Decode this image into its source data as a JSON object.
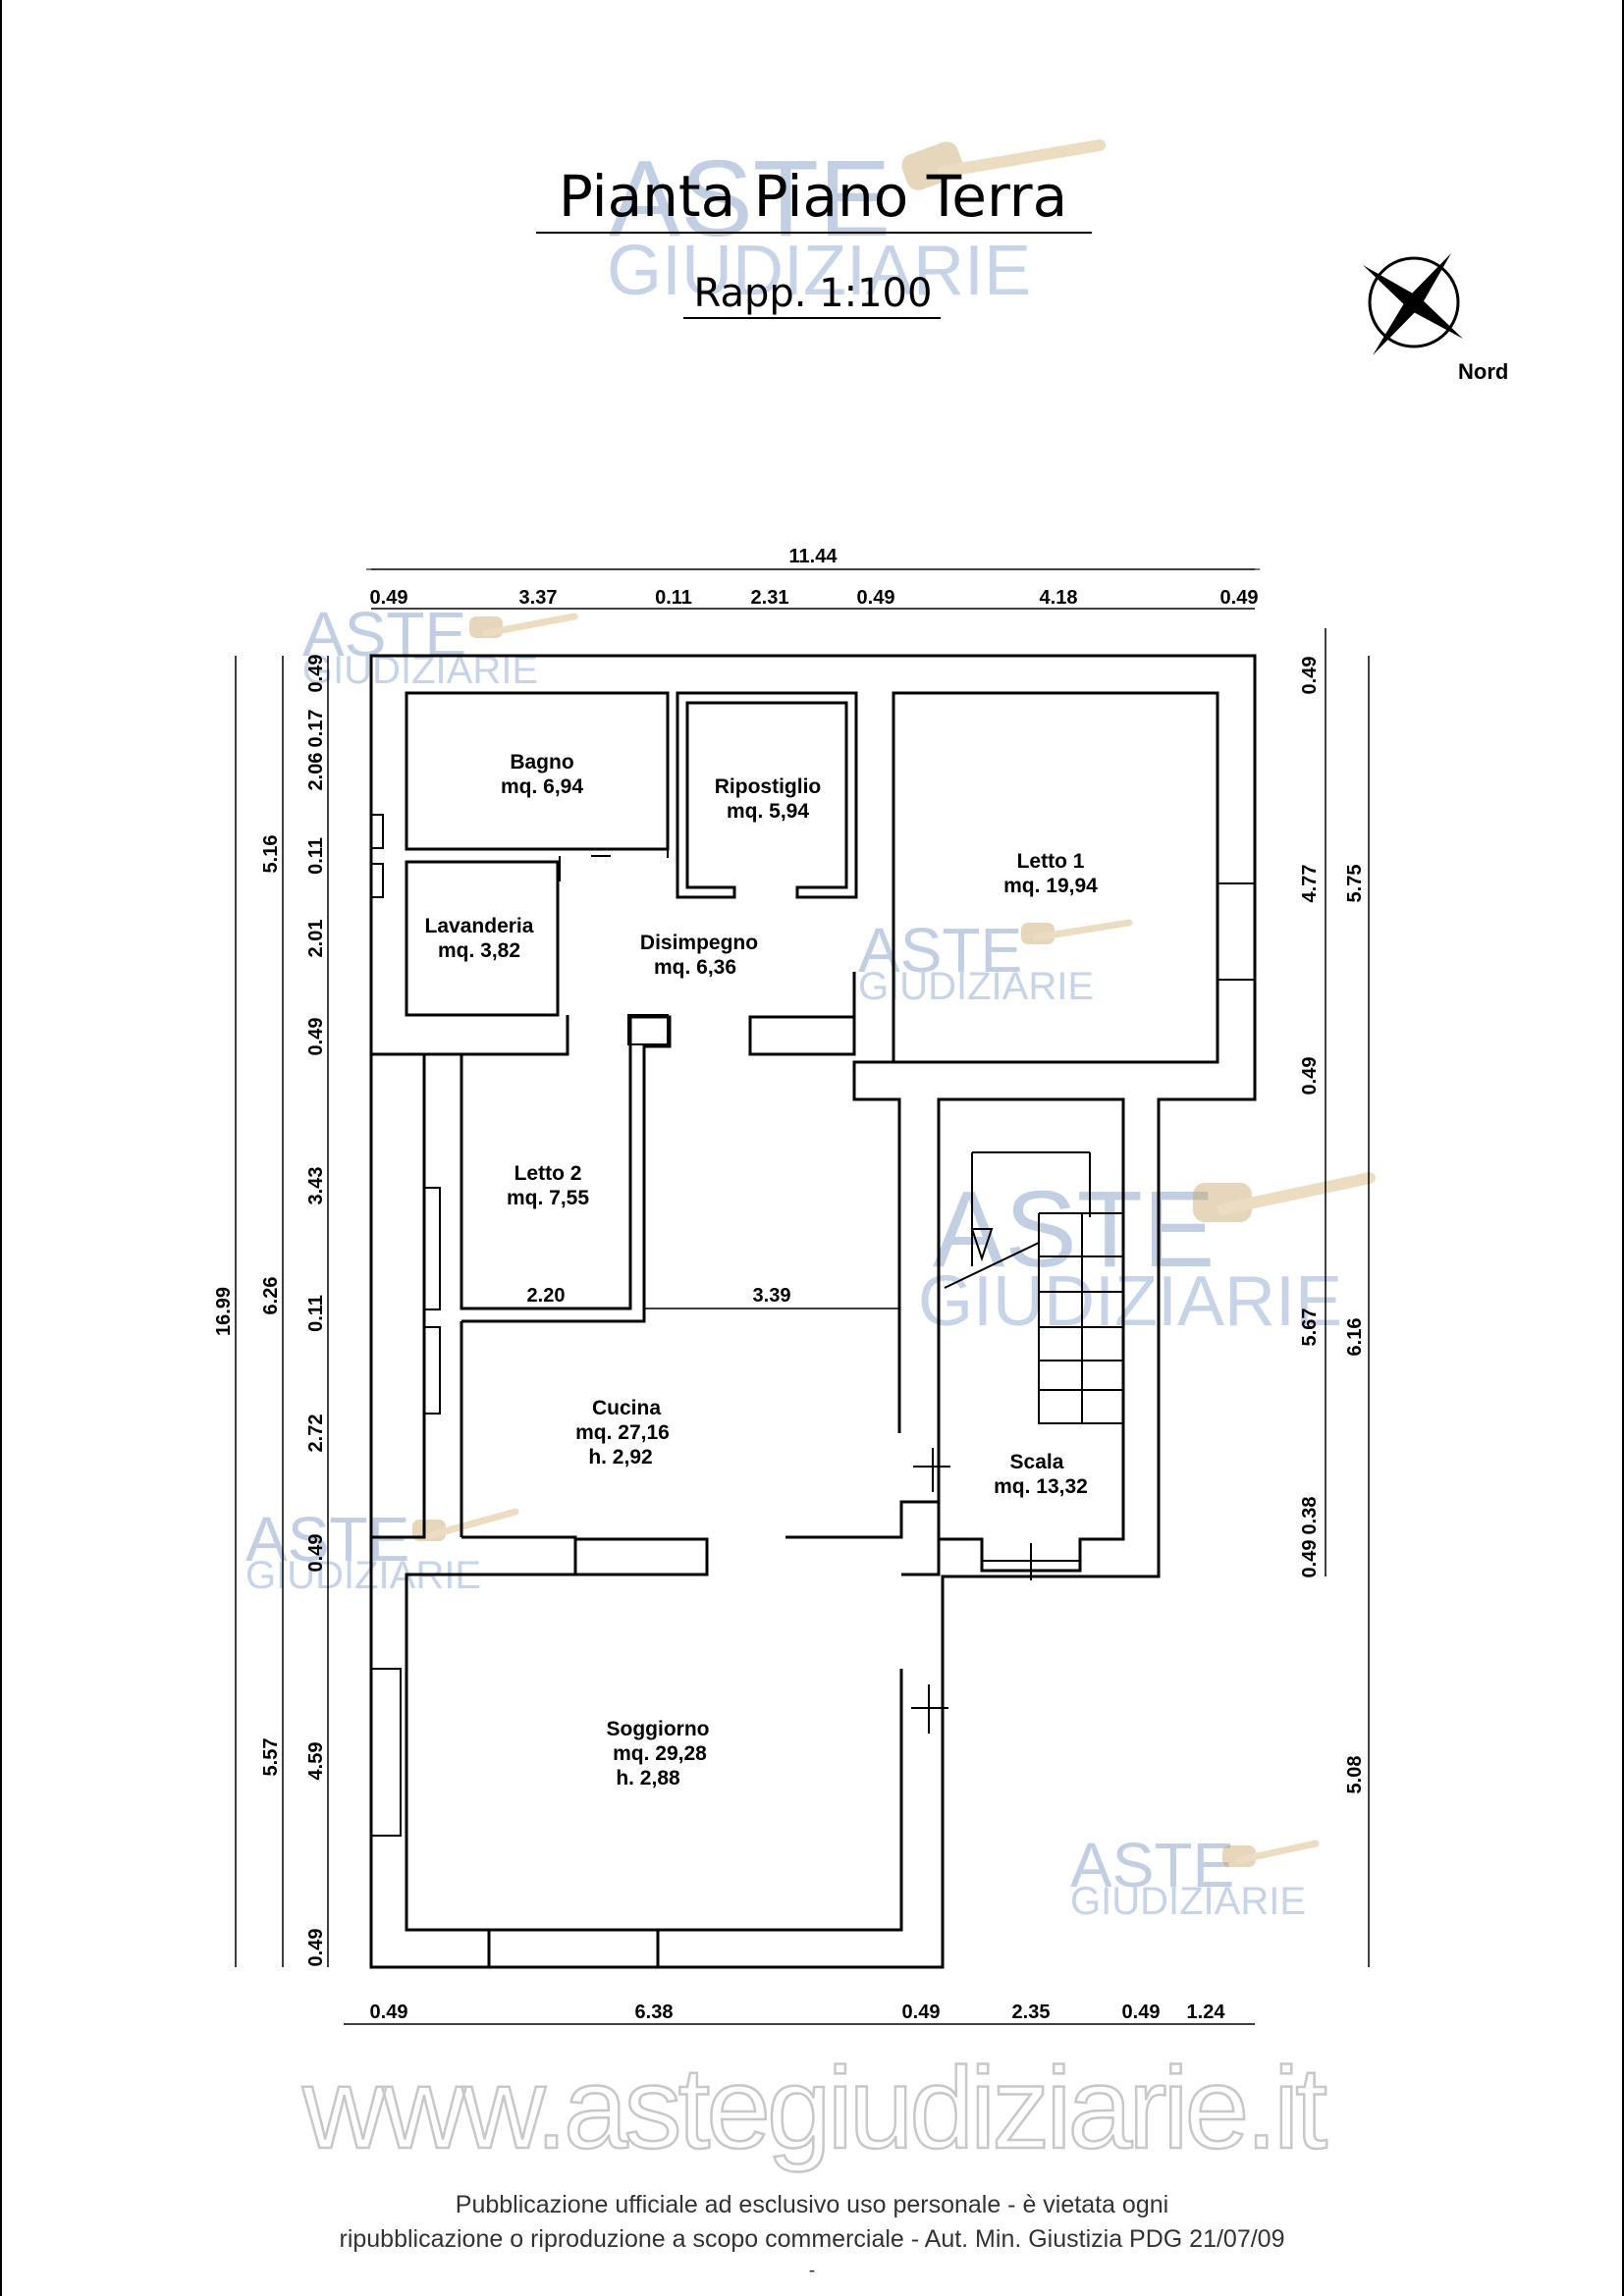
{
  "title": "Pianta Piano Terra",
  "scale": "Rapp. 1:100",
  "north_label": "Nord",
  "watermark": {
    "line1": "ASTE",
    "line2": "GIUDIZIARIE",
    "url": "www.astegiudiziarie.it"
  },
  "rooms": {
    "bagno": {
      "name": "Bagno",
      "area": "mq. 6,94"
    },
    "ripostiglio": {
      "name": "Ripostiglio",
      "area": "mq. 5,94"
    },
    "letto1": {
      "name": "Letto 1",
      "area": "mq. 19,94"
    },
    "lavanderia": {
      "name": "Lavanderia",
      "area": "mq. 3,82"
    },
    "disimpegno": {
      "name": "Disimpegno",
      "area": "mq. 6,36"
    },
    "letto2": {
      "name": "Letto 2",
      "area": "mq. 7,55"
    },
    "cucina": {
      "name": "Cucina",
      "area": "mq. 27,16",
      "height": "h. 2,92"
    },
    "scala": {
      "name": "Scala",
      "area": "mq. 13,32"
    },
    "soggiorno": {
      "name": "Soggiorno",
      "area": "mq. 29,28",
      "height": "h. 2,88"
    }
  },
  "dims": {
    "top_total": "11.44",
    "top": [
      "0.49",
      "3.37",
      "0.11",
      "2.31",
      "0.49",
      "4.18",
      "0.49"
    ],
    "bottom": [
      "0.49",
      "6.38",
      "0.49",
      "2.35",
      "0.49",
      "1.24"
    ],
    "left_total": "16.99",
    "left_mid": [
      "5.16",
      "6.26",
      "5.57"
    ],
    "left_inner": [
      "0.49",
      "2.06",
      "0.17",
      "0.11",
      "2.01",
      "0.49",
      "3.43",
      "0.11",
      "2.72",
      "0.49",
      "4.59",
      "0.49"
    ],
    "right_inner": [
      "0.49",
      "4.77",
      "0.49",
      "5.67",
      "0.49",
      "0.38"
    ],
    "right_outer": [
      "5.75",
      "6.16",
      "5.08"
    ],
    "interior": [
      "2.20",
      "3.39"
    ]
  },
  "footer": {
    "line1": "Pubblicazione ufficiale ad esclusivo uso personale - è vietata ogni",
    "line2": "ripubblicazione o riproduzione a scopo commerciale - Aut. Min. Giustizia PDG 21/07/09",
    "line3": "-"
  }
}
